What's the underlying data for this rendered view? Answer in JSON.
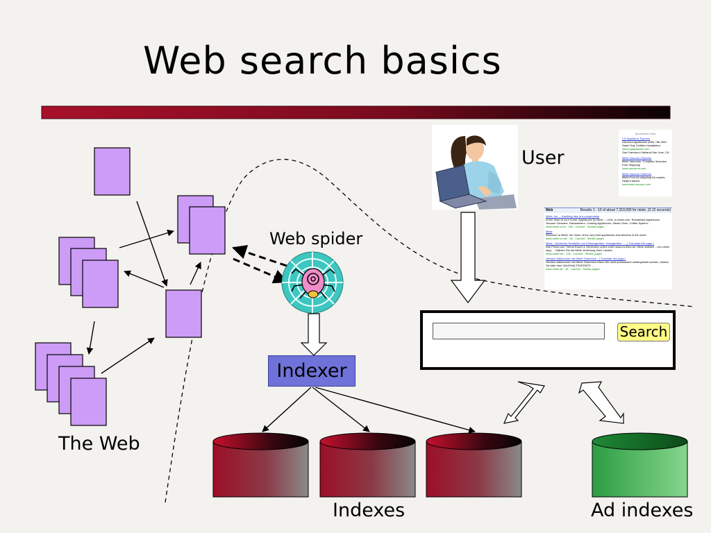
{
  "slide": {
    "title": "Web search basics",
    "labels": {
      "the_web": "The Web",
      "web_spider": "Web spider",
      "user": "User",
      "indexer": "Indexer",
      "indexes": "Indexes",
      "ad_indexes": "Ad indexes"
    },
    "search_box": {
      "button_label": "Search",
      "input_value": ""
    },
    "results_page": {
      "header_left": "Web",
      "header_right": "Results 1 - 10 of about 7,310,000 for miele. (0.12 seconds)",
      "results": [
        {
          "title": "Miele, Inc. -- Anything else is a compromise",
          "snippet": "At the heart of your home, Appliances by Miele ... USA. to miele.com. Residential Appliances. Vacuum Cleaners. Dishwashers. Cooking Appliances. Steam Oven. Coffee System ...",
          "url": "www.miele.com/ - 20k - Cached - Similar pages"
        },
        {
          "title": "Miele",
          "snippet": "Welcome to Miele, the home of the very best appliances and kitchens in the world.",
          "url": "www.miele.co.uk/ - 3k - Cached - Similar pages"
        },
        {
          "title": "Miele - Deutscher Hersteller von Einbaugeräten, Hausgeräten ... - [ Translate this page ]",
          "snippet": "Das Portal zum Thema Essen & Geniessen online unter www.zu-tisch.de. Miele weltweit ...ein Leben lang. ... Wählen Sie die Miele Vertretung Ihres Landes.",
          "url": "www.miele.de/ - 10k - Cached - Similar pages"
        },
        {
          "title": "Herzlich willkommen bei Miele Österreich - [ Translate this page ]",
          "snippet": "Herzlich willkommen bei Miele Österreich Wenn Sie nicht automatisch weitergeleitet werden, klicken Sie bitte hier! HAUSHALTSGERÄTE ...",
          "url": "www.miele.at/ - 3k - Cached - Similar pages"
        }
      ]
    },
    "sponsored_links": {
      "header": "Sponsored Links",
      "ads": [
        {
          "title": "CG Appliance Express",
          "text": "Discount Appliances (650) 756-3931 Same Day Certified Installation",
          "url": "www.cgappliance.com",
          "extra": "San Francisco-Oakland-San Jose, CA"
        },
        {
          "title": "Miele Vacuum Cleaners",
          "text": "Miele Vacuums- Complete Selection Free Shipping!",
          "url": "www.vacuums.com",
          "extra": ""
        },
        {
          "title": "Miele Vacuum Cleaners",
          "text": "Miele-Free Air shipping! All models. Helpful advice.",
          "url": "www.best-vacuum.com",
          "extra": ""
        }
      ]
    },
    "colors": {
      "background": "#f3f2ee",
      "page_node": "#cc9cf7",
      "indexer": "#6f72d8",
      "index_db": "#9e1026",
      "ad_db": "#27a04a",
      "search_button": "#fffb86",
      "spider_web": "#3ec6c0",
      "spider_body": "#f08cc8"
    },
    "icons": [
      "woman-at-laptop-icon",
      "spider-on-web-icon"
    ]
  }
}
